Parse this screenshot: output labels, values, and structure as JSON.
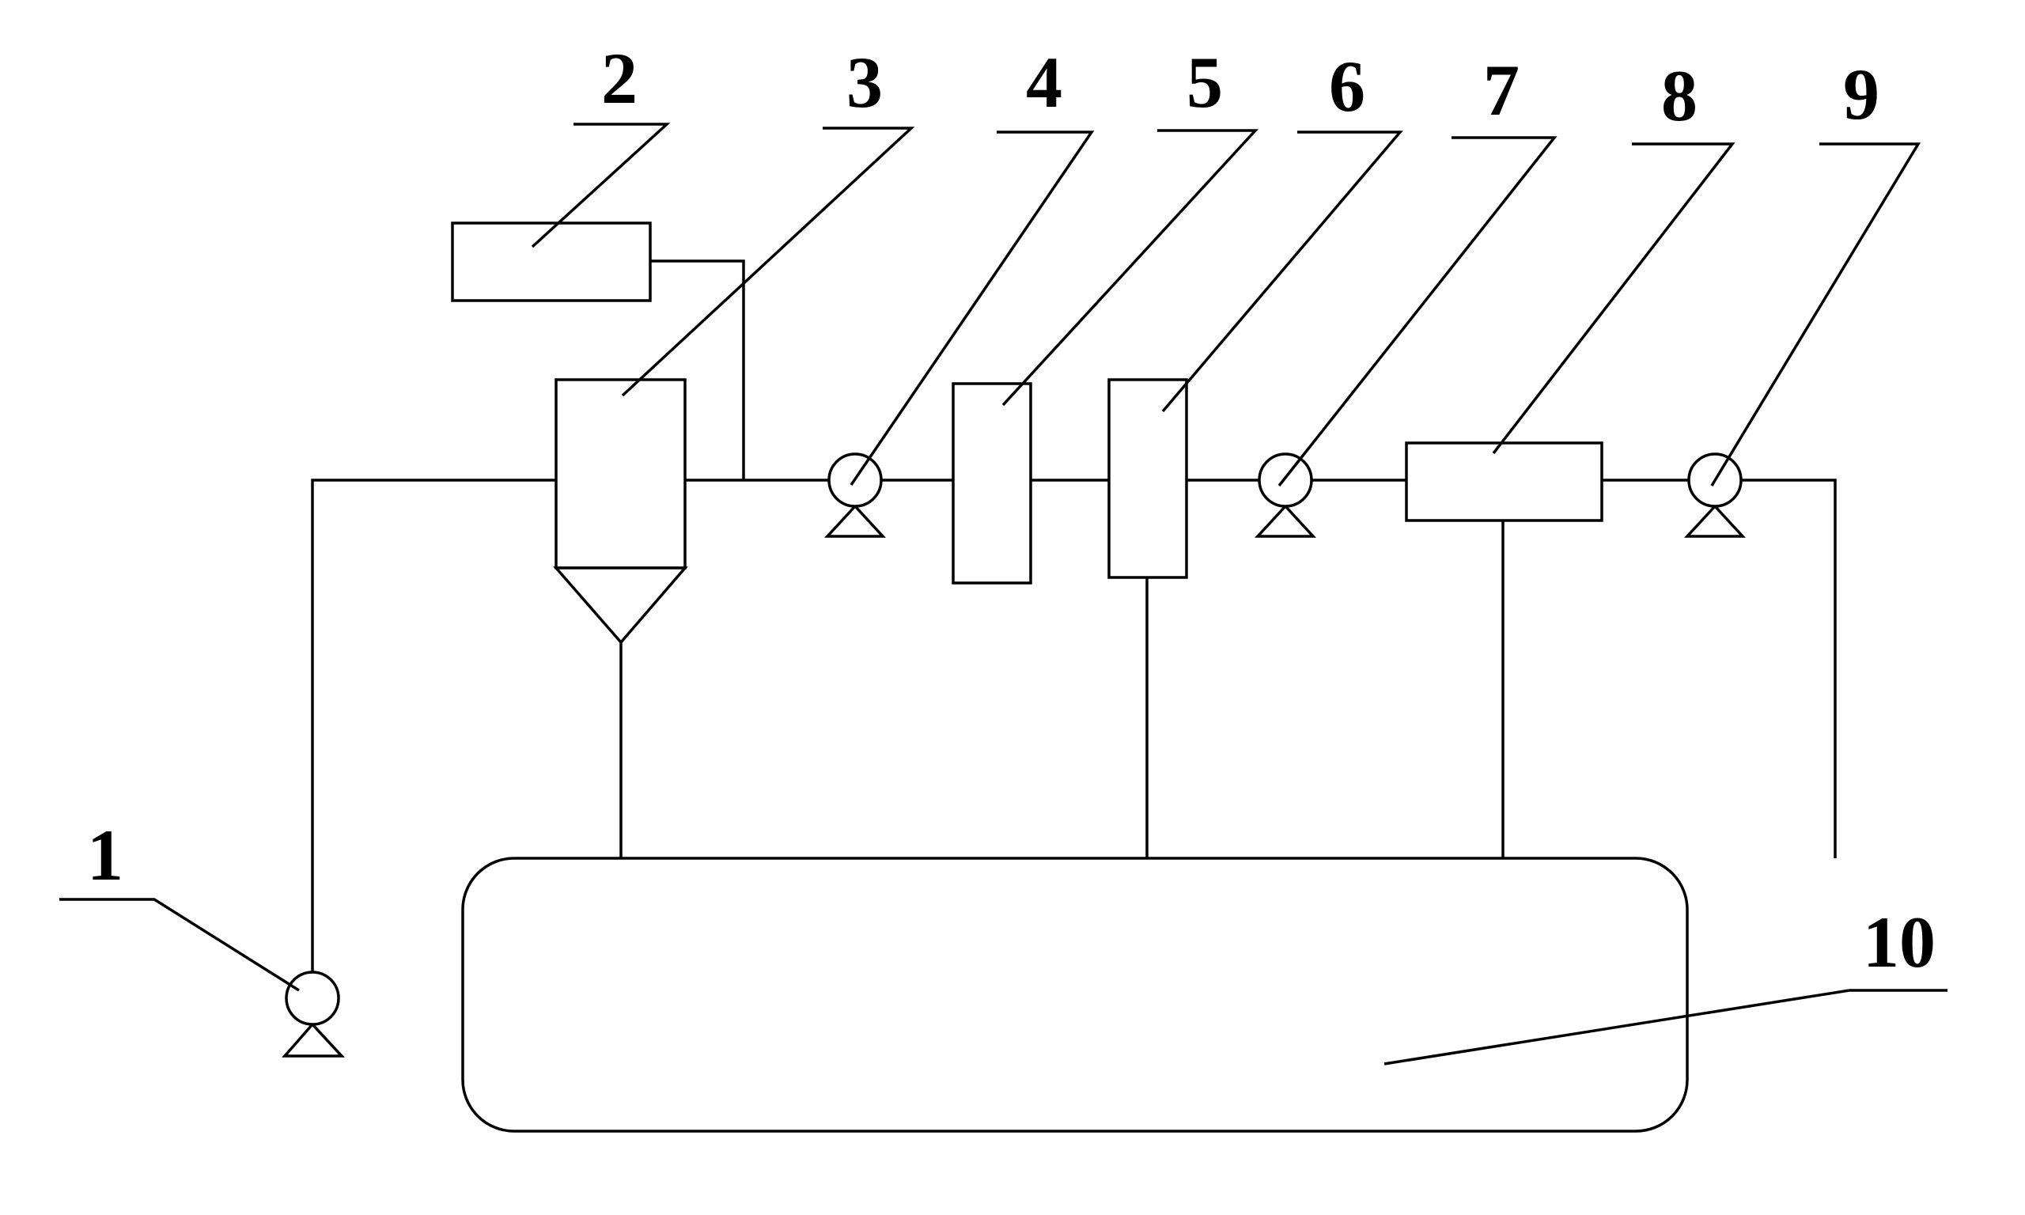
{
  "diagram": {
    "labels": {
      "l1": "1",
      "l2": "2",
      "l3": "3",
      "l4": "4",
      "l5": "5",
      "l6": "6",
      "l7": "7",
      "l8": "8",
      "l9": "9",
      "l10": "10"
    },
    "colors": {
      "stroke": "#000000",
      "background": "#ffffff"
    }
  }
}
